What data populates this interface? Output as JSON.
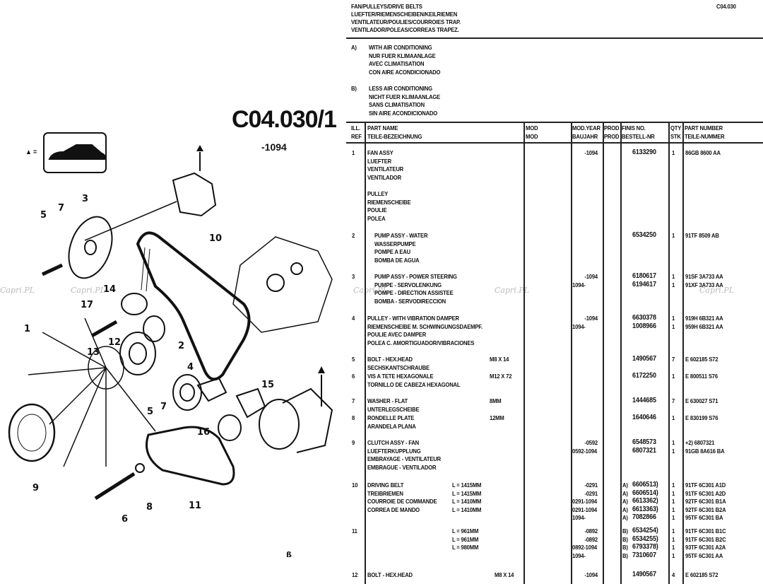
{
  "page_code": "C04.030",
  "diagram": {
    "title": "C04.030/1",
    "subtitle": "-1094",
    "marker": "▲ =",
    "logo": "ß",
    "callouts": [
      "1",
      "2",
      "3",
      "4",
      "5",
      "6",
      "7",
      "7",
      "8",
      "9",
      "10",
      "11",
      "12",
      "13",
      "14",
      "15",
      "16",
      "17",
      "5"
    ]
  },
  "watermark": "Capri.PL",
  "heading": [
    "FAN/PULLEYS/DRIVE BELTS",
    "LUEFTER/RIEMENSCHEIBEN/KEILRIEMEN",
    "VENTILATEUR/POULIES/COURROIES TRAP.",
    "VENTILADOR/POLEAS/CORREAS TRAPEZ."
  ],
  "notes": [
    {
      "key": "A)",
      "lines": [
        "WITH AIR CONDITIONING",
        "NUR FUER KLIMAANLAGE",
        "AVEC CLIMATISATION",
        "CON AIRE ACONDICIONADO"
      ]
    },
    {
      "key": "B)",
      "lines": [
        "LESS AIR CONDITIONING",
        "NICHT FUER KLIMAANLAGE",
        "SANS CLIMATISATION",
        "SIN AIRE ACONDICIONADO"
      ]
    }
  ],
  "columns": {
    "ref": "ILL.\nREF",
    "name": "PART NAME\nTEILE-BEZEICHNUNG",
    "mod": "MOD\nMOD",
    "year": "MOD.YEAR\nBAUJAHR",
    "prod": "PROD\nPROD",
    "finis": "FINIS NO.\nBESTELL-NR",
    "qty": "QTY\nSTK",
    "part": "PART NUMBER\nTEILE-NUMMER"
  },
  "rows": [
    {
      "ref": "1",
      "lines": [
        {
          "name": "FAN ASSY",
          "year": "-1094",
          "finis": "6133290",
          "qty": "1",
          "part": "86GB 8600 AA"
        },
        {
          "name": "LUEFTER"
        },
        {
          "name": "VENTILATEUR"
        },
        {
          "name": "VENTILADOR"
        },
        {
          "name": ""
        },
        {
          "name": "PULLEY"
        },
        {
          "name": "RIEMENSCHEIBE"
        },
        {
          "name": "POULIE"
        },
        {
          "name": "POLEA"
        }
      ]
    },
    {
      "ref": "2",
      "indent": true,
      "lines": [
        {
          "name": "PUMP ASSY - WATER",
          "finis": "6534250",
          "qty": "1",
          "part": "91TF 8509 AB"
        },
        {
          "name": "WASSERPUMPE"
        },
        {
          "name": "POMPE A EAU"
        },
        {
          "name": "BOMBA DE AGUA"
        }
      ]
    },
    {
      "ref": "3",
      "indent": true,
      "lines": [
        {
          "name": "PUMP ASSY - POWER STEERING",
          "year": "-1094",
          "finis": "6180617",
          "qty": "1",
          "part": "91SF 3A733 AA"
        },
        {
          "name": "PUMPE - SERVOLENKUNG",
          "year": "1094-",
          "finis": "6194617",
          "qty": "1",
          "part": "91XF 3A733 AA"
        },
        {
          "name": "POMPE - DIRECTION ASSISTEE"
        },
        {
          "name": "BOMBA - SERVODIRECCION"
        }
      ]
    },
    {
      "ref": "4",
      "lines": [
        {
          "name": "PULLEY - WITH VIBRATION DAMPER",
          "year": "-1094",
          "finis": "6630378",
          "qty": "1",
          "part": "919H 6B321 AA"
        },
        {
          "name": "RIEMENSCHEIBE M. SCHWINGUNGSDAEMPF.",
          "year": "1094-",
          "finis": "1008966",
          "qty": "1",
          "part": "959H 6B321 AA"
        },
        {
          "name": "POULIE AVEC DAMPER"
        },
        {
          "name": "POLEA C. AMORTIGUADOR/VIBRACIONES"
        }
      ]
    },
    {
      "ref": "5",
      "lines": [
        {
          "name": "BOLT - HEX.HEAD",
          "mod": "M8 X 14",
          "finis": "1490567",
          "qty": "7",
          "part": "E 602185 S72"
        },
        {
          "name": "SECHSKANTSCHRAUBE"
        }
      ]
    },
    {
      "ref": "6",
      "lines": [
        {
          "name": "VIS A TETE HEXAGONALE",
          "mod": "M12 X 72",
          "finis": "6172250",
          "qty": "1",
          "part": "E 800511 S76"
        },
        {
          "name": "TORNILLO DE CABEZA HEXAGONAL"
        }
      ]
    },
    {
      "ref": "7",
      "lines": [
        {
          "name": "WASHER - FLAT",
          "mod": "8MM",
          "finis": "1444685",
          "qty": "7",
          "part": "E 630027 S71"
        },
        {
          "name": "UNTERLEGSCHEIBE"
        }
      ]
    },
    {
      "ref": "8",
      "lines": [
        {
          "name": "RONDELLE PLATE",
          "mod": "12MM",
          "finis": "1640646",
          "qty": "1",
          "part": "E 830199 S76"
        },
        {
          "name": "ARANDELA PLANA"
        }
      ]
    },
    {
      "ref": "9",
      "lines": [
        {
          "name": "CLUTCH ASSY - FAN",
          "year": "-0592",
          "finis": "6548573",
          "qty": "1",
          "part": "+2) 6807321"
        },
        {
          "name": "LUEFTERKUPPLUNG",
          "year": "0592-1094",
          "finis": "6807321",
          "qty": "1",
          "part": "91GB 8A616 BA"
        },
        {
          "name": "EMBRAYAGE - VENTILATEUR"
        },
        {
          "name": "EMBRAGUE - VENTILADOR"
        }
      ]
    },
    {
      "ref": "10",
      "lines": [
        {
          "name": "DRIVING BELT",
          "len": "L = 1415MM",
          "year": "-0291",
          "prod": "A)",
          "finis": "6606513)",
          "qty": "1",
          "part": "91TF 6C301 A1D"
        },
        {
          "name": "TREIBRIEMEN",
          "len": "L = 1415MM",
          "year": "-0291",
          "prod": "A)",
          "finis": "6606514)",
          "qty": "1",
          "part": "91TF 6C301 A2D"
        },
        {
          "name": "COURROIE DE COMMANDE",
          "len": "L = 1410MM",
          "year": "0291-1094",
          "prod": "A)",
          "finis": "6613362)",
          "qty": "1",
          "part": "92TF 6C301 B1A"
        },
        {
          "name": "CORREA DE MANDO",
          "len": "L = 1410MM",
          "year": "0291-1094",
          "prod": "A)",
          "finis": "6613363)",
          "qty": "1",
          "part": "92TF 6C301 B2A"
        },
        {
          "name": "",
          "year": "1094-",
          "prod": "A)",
          "finis": "7082866",
          "qty": "1",
          "part": "95TF 6C301 BA"
        }
      ]
    },
    {
      "ref": "11",
      "lines": [
        {
          "name": "",
          "len": "L = 961MM",
          "year": "-0892",
          "prod": "B)",
          "finis": "6534254)",
          "qty": "1",
          "part": "91TF 6C301 B1C"
        },
        {
          "name": "",
          "len": "L = 961MM",
          "year": "-0892",
          "prod": "B)",
          "finis": "6534255)",
          "qty": "1",
          "part": "91TF 6C301 B2C"
        },
        {
          "name": "",
          "len": "L = 980MM",
          "year": "0892-1094",
          "prod": "B)",
          "finis": "6793378)",
          "qty": "1",
          "part": "93TF 6C301 A2A"
        },
        {
          "name": "",
          "year": "1094-",
          "prod": "B)",
          "finis": "7310607",
          "qty": "1",
          "part": "95TF 6C301 AA"
        }
      ]
    },
    {
      "ref": "12",
      "lines": [
        {
          "name": "BOLT - HEX.HEAD",
          "mod": "M8 X 14",
          "year": "-1094",
          "finis": "1490567",
          "qty": "4",
          "part": "E 602185 S72"
        }
      ]
    }
  ]
}
